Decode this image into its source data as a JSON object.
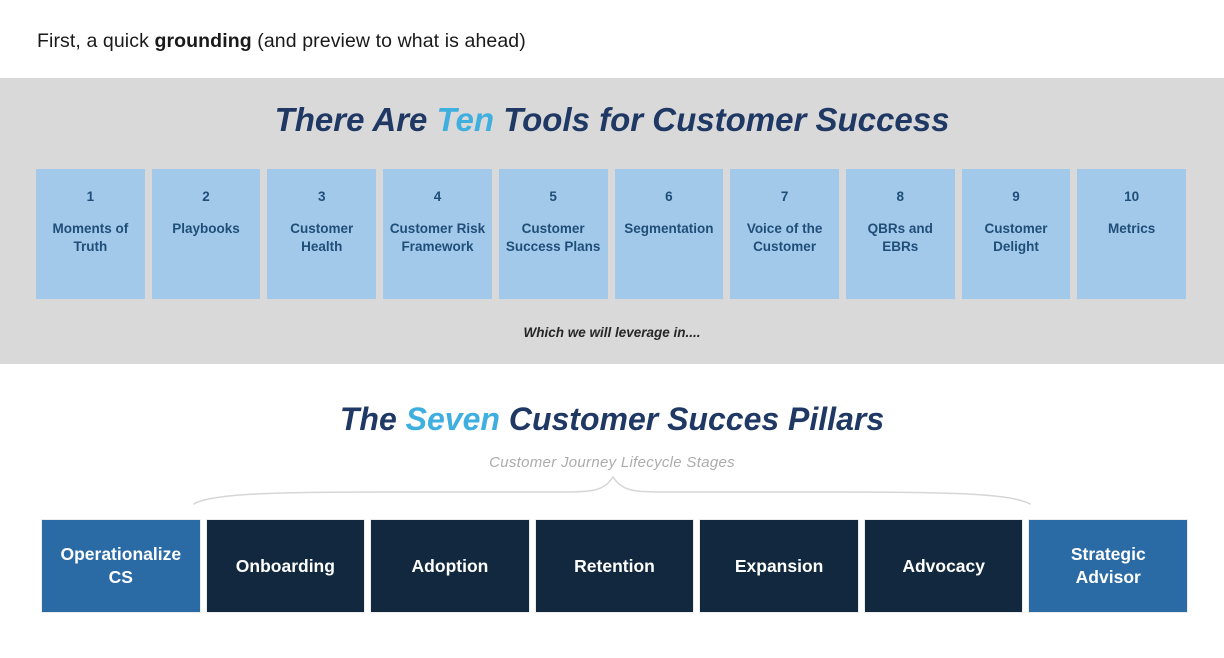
{
  "intro": {
    "prefix": "First, a quick ",
    "bold": "grounding",
    "suffix": " (and preview to what is ahead)"
  },
  "tools_section": {
    "title_prefix": "There Are ",
    "title_highlight": "Ten",
    "title_suffix": " Tools for Customer Success",
    "tools": [
      {
        "number": "1",
        "label": "Moments of Truth"
      },
      {
        "number": "2",
        "label": "Playbooks"
      },
      {
        "number": "3",
        "label": "Customer Health"
      },
      {
        "number": "4",
        "label": "Customer Risk Framework"
      },
      {
        "number": "5",
        "label": "Customer Success Plans"
      },
      {
        "number": "6",
        "label": "Segmentation"
      },
      {
        "number": "7",
        "label": "Voice of the Customer"
      },
      {
        "number": "8",
        "label": "QBRs and EBRs"
      },
      {
        "number": "9",
        "label": "Customer Delight"
      },
      {
        "number": "10",
        "label": "Metrics"
      }
    ],
    "footnote": "Which we will leverage in...."
  },
  "pillars_section": {
    "title_prefix": "The ",
    "title_highlight": "Seven",
    "title_suffix": " Customer Succes Pillars",
    "subtitle": "Customer Journey Lifecycle Stages",
    "pillars": [
      {
        "label": "Operationalize CS",
        "variant": "accent"
      },
      {
        "label": "Onboarding",
        "variant": "dark"
      },
      {
        "label": "Adoption",
        "variant": "dark"
      },
      {
        "label": "Retention",
        "variant": "dark"
      },
      {
        "label": "Expansion",
        "variant": "dark"
      },
      {
        "label": "Advocacy",
        "variant": "dark"
      },
      {
        "label": "Strategic Advisor",
        "variant": "accent"
      }
    ]
  },
  "colors": {
    "band_background": "#D9D9D9",
    "tool_box_fill": "#A3C9EA",
    "tool_text": "#1F4E79",
    "title_navy": "#1F3864",
    "highlight_cyan": "#3FAFE0",
    "pillar_dark": "#12283E",
    "pillar_accent": "#2B6BA5",
    "pillar_text": "#FFFFFF",
    "subtitle_gray": "#ACACAC",
    "brace_gray": "#D6D6D6"
  }
}
